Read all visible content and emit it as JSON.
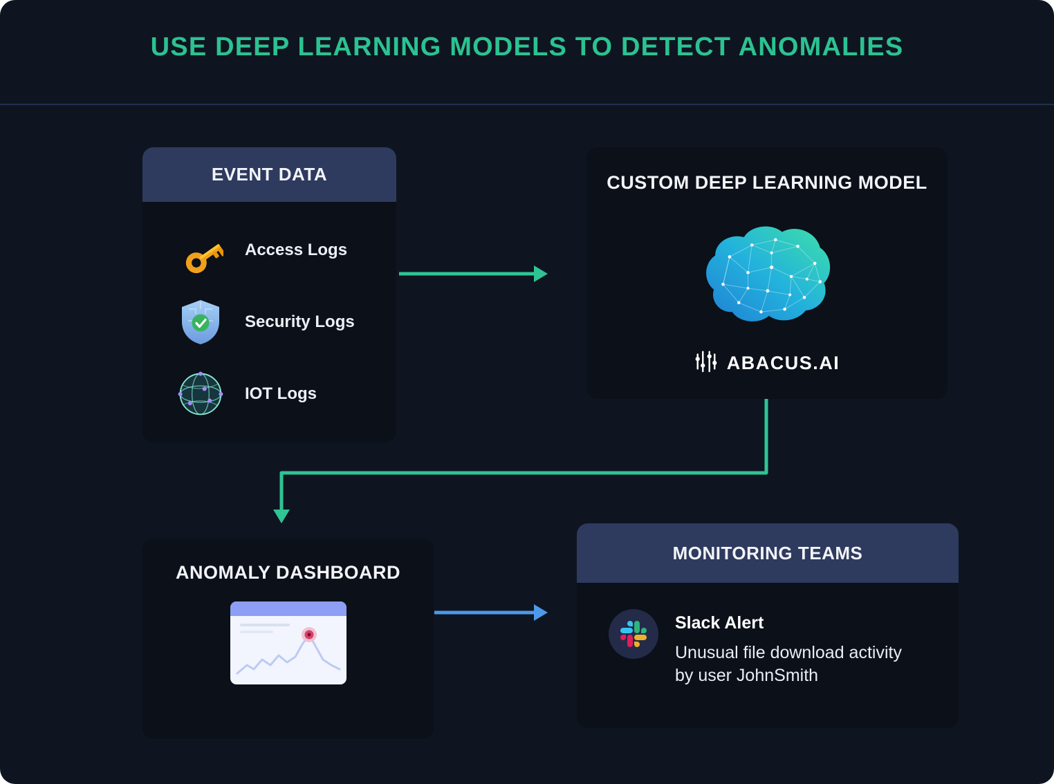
{
  "title": "USE DEEP LEARNING MODELS TO DETECT ANOMALIES",
  "colors": {
    "background": "#0E1520",
    "card_body": "#0B1019",
    "card_header_navy": "#2E3A5E",
    "accent_teal": "#2CC291",
    "arrow_teal": "#2FC493",
    "arrow_blue": "#4D99EA",
    "anomaly_red": "#D64069",
    "key_gold": "#F0A11C",
    "slack_blue": "#36C5F0",
    "slack_green": "#2EB67D",
    "slack_yellow": "#ECB22E",
    "slack_pink": "#E01E5A"
  },
  "event_data": {
    "title": "EVENT DATA",
    "items": [
      {
        "icon": "key-icon",
        "label": "Access Logs"
      },
      {
        "icon": "shield-check-icon",
        "label": "Security Logs"
      },
      {
        "icon": "globe-network-icon",
        "label": "IOT Logs"
      }
    ]
  },
  "model": {
    "title": "CUSTOM DEEP LEARNING MODEL",
    "brand": "ABACUS.AI",
    "illustration": "neural-network-brain"
  },
  "dashboard": {
    "title": "ANOMALY DASHBOARD",
    "illustration": "line-chart-with-anomaly-dot"
  },
  "monitoring": {
    "title": "MONITORING TEAMS",
    "alert_title": "Slack Alert",
    "alert_text": "Unusual file download activity by user JohnSmith"
  }
}
